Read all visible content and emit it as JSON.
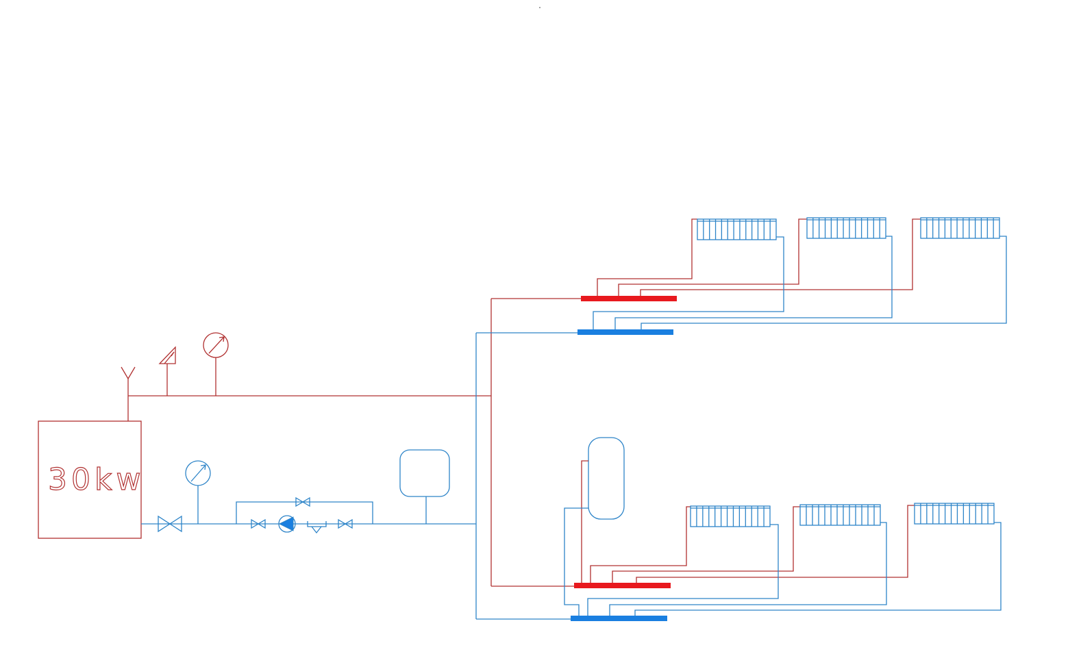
{
  "boiler": {
    "label": "30kw"
  },
  "colors": {
    "supply_line": "#b03030",
    "return_line": "#2d84c8",
    "supply_manifold": "#e8191e",
    "return_manifold": "#1a7fe0"
  },
  "symbols": [
    "boiler",
    "air-vent-icon",
    "safety-valve-icon",
    "pressure-gauge-icon",
    "ball-valve-icon",
    "circulation-pump-icon",
    "strainer-icon",
    "expansion-vessel-icon",
    "buffer-tank-icon",
    "radiator-icon",
    "manifold"
  ],
  "floors": [
    {
      "radiator_count": 3
    },
    {
      "radiator_count": 3
    }
  ]
}
